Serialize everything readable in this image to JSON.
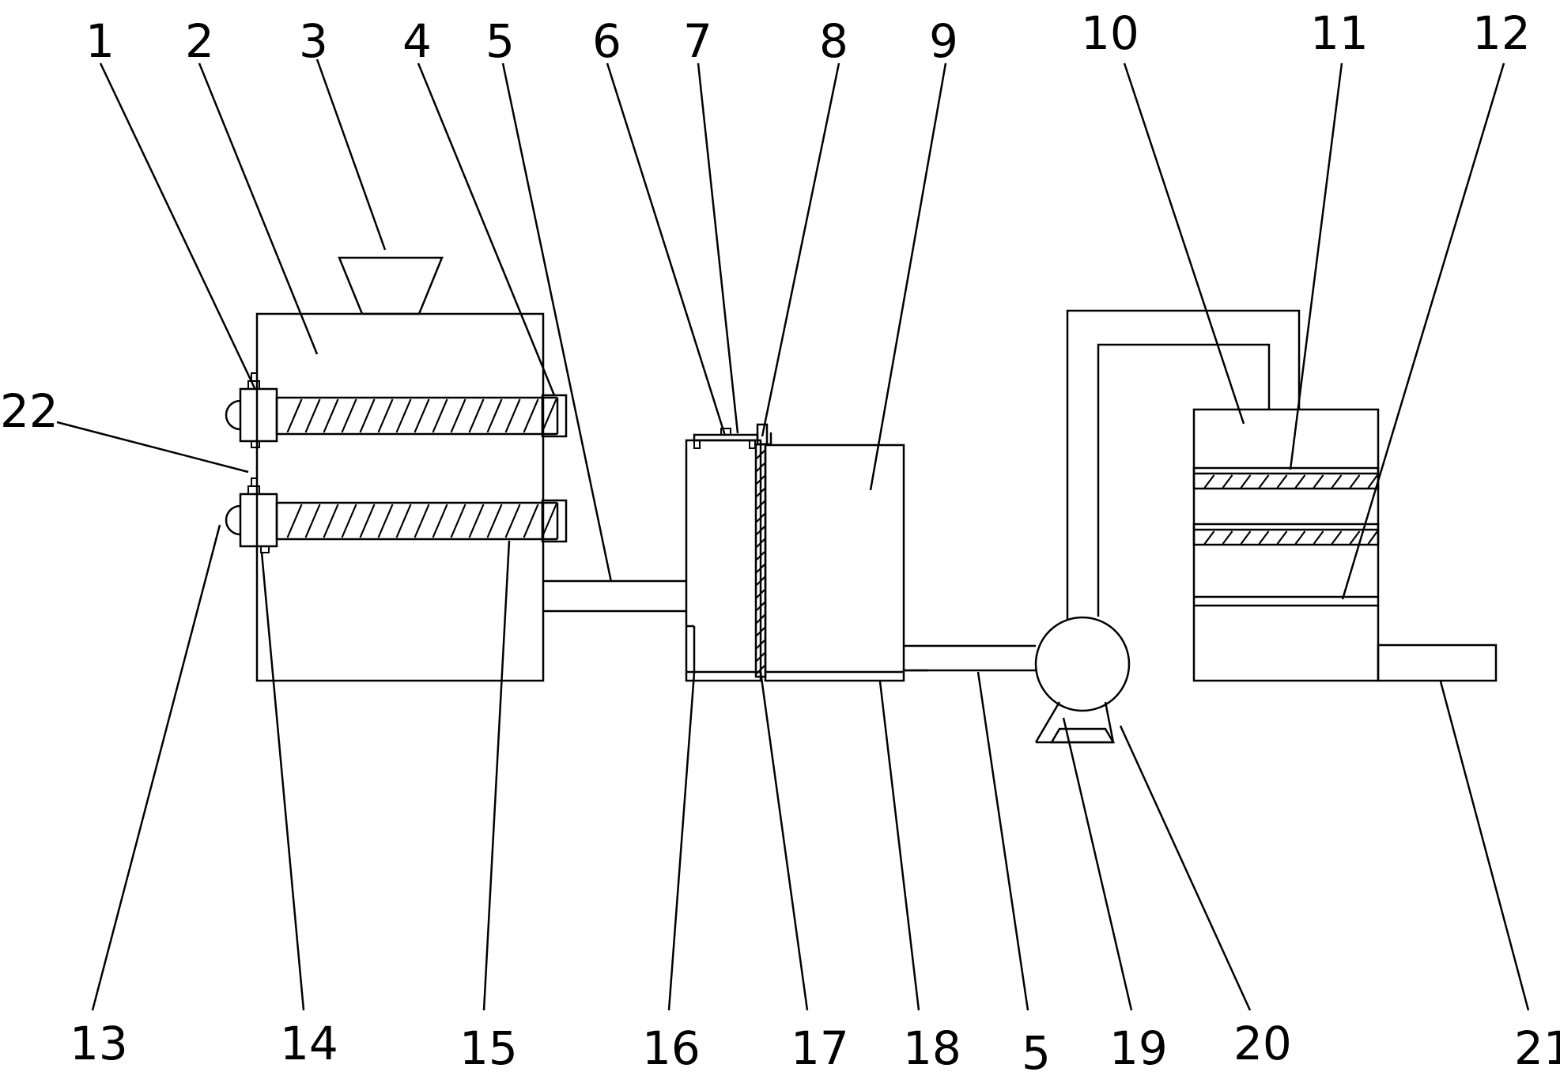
{
  "labels": {
    "l1": "1",
    "l2": "2",
    "l3": "3",
    "l4": "4",
    "l5a": "5",
    "l6": "6",
    "l7": "7",
    "l8": "8",
    "l9": "9",
    "l10": "10",
    "l11": "11",
    "l12": "12",
    "l22": "22",
    "l13": "13",
    "l14": "14",
    "l15": "15",
    "l16": "16",
    "l17": "17",
    "l18": "18",
    "l5b": "5",
    "l19": "19",
    "l20": "20",
    "l21": "21"
  },
  "colors": {
    "line": "#000000",
    "background": "#ffffff"
  }
}
